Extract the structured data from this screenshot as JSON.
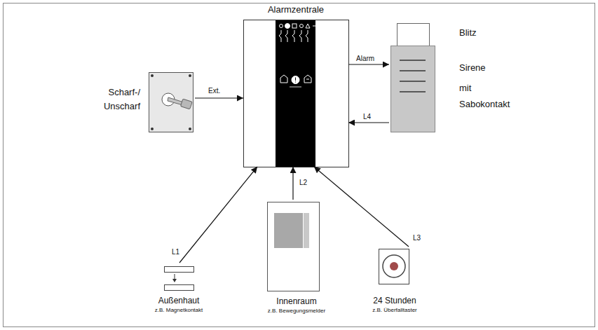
{
  "diagram": {
    "nodes": [
      {
        "text": [
          "Alarmzentrale"
        ]
      },
      {
        "text": [
          "Scharf-/ Unscharf"
        ]
      },
      {
        "text": [
          "Blitz",
          "Sirene",
          "mit Sabokontakt"
        ]
      },
      {
        "text": [
          "Außenhaut",
          "z.B. Magnetkontakt"
        ]
      },
      {
        "text": [
          "Innenraum",
          "z.B. Bewegungsmelder"
        ]
      },
      {
        "text": [
          "24 Stunden",
          "z.B. Überfalltaster"
        ]
      }
    ],
    "edges": [
      {
        "from": 1,
        "to": 0,
        "label": "Ext.",
        "arrow": "to"
      },
      {
        "from": 0,
        "to": 2,
        "label": "Alarm",
        "arrow": "to"
      },
      {
        "from": 2,
        "to": 0,
        "label": "L4",
        "arrow": "to"
      },
      {
        "from": 3,
        "to": 0,
        "label": "L1",
        "arrow": "to"
      },
      {
        "from": 4,
        "to": 0,
        "label": "L2",
        "arrow": "to"
      },
      {
        "from": 5,
        "to": 0,
        "label": "L3",
        "arrow": "to"
      }
    ]
  }
}
